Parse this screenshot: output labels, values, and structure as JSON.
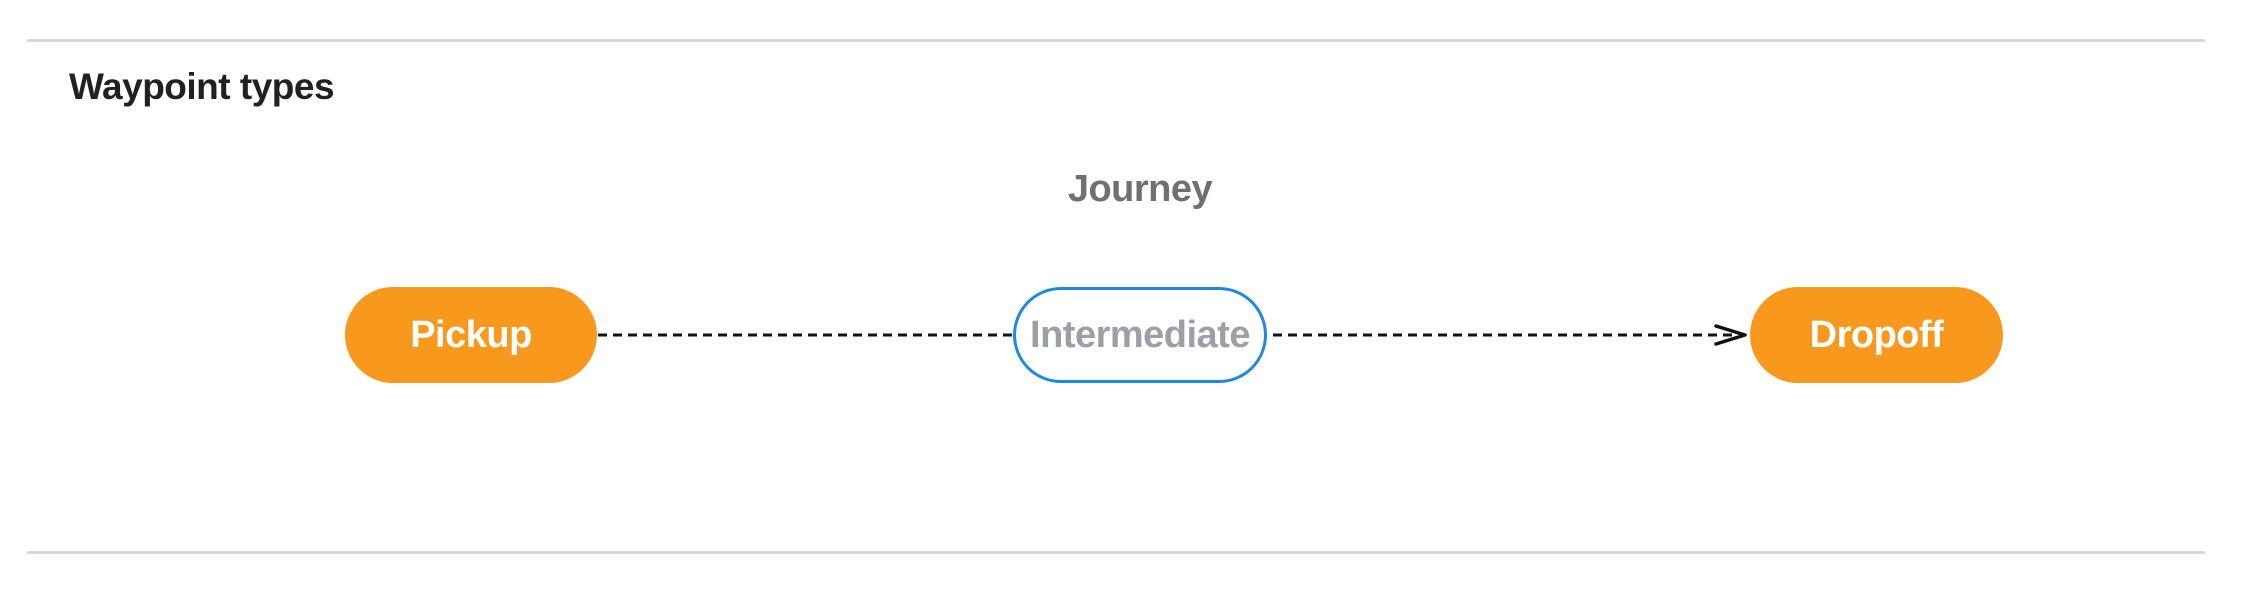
{
  "page": {
    "heading": "Waypoint types"
  },
  "diagram": {
    "title": "Journey",
    "nodes": [
      {
        "id": "pickup",
        "label": "Pickup",
        "style": "terminal"
      },
      {
        "id": "intermediate",
        "label": "Intermediate",
        "style": "intermediate"
      },
      {
        "id": "dropoff",
        "label": "Dropoff",
        "style": "terminal"
      }
    ],
    "edges": [
      {
        "from": "pickup",
        "via": "intermediate",
        "to": "dropoff",
        "style": "dashed-arrow"
      }
    ],
    "colors": {
      "terminal_fill": "#F8981D",
      "terminal_text": "#FFFFFF",
      "intermediate_fill": "#FFFFFF",
      "intermediate_border": "#1E88E5",
      "intermediate_text": "#9AA0A6",
      "journey_label": "#707070",
      "heading_text": "#202124",
      "arrow": "#111111",
      "divider": "#D8D8D8"
    }
  }
}
